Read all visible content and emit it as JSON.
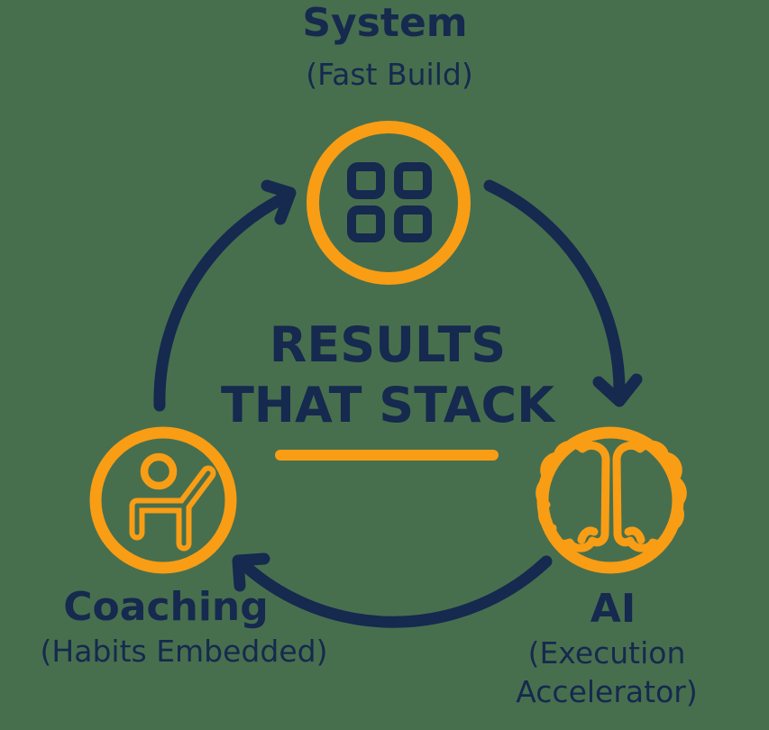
{
  "colors": {
    "navy": "#16294E",
    "orange": "#F99D15",
    "background": "#476F4E"
  },
  "center_title": {
    "line1": "RESULTS",
    "line2": "THAT STACK"
  },
  "nodes": {
    "system": {
      "title": "System",
      "subtitle": "(Fast Build)",
      "icon": "grid-icon"
    },
    "ai": {
      "title": "AI",
      "subtitle_line1": "(Execution",
      "subtitle_line2": "Accelerator)",
      "icon": "brain-icon"
    },
    "coaching": {
      "title": "Coaching",
      "subtitle": "(Habits Embedded)",
      "icon": "person-icon"
    }
  },
  "arrows": [
    {
      "name": "system-to-ai",
      "from": "System",
      "to": "AI"
    },
    {
      "name": "ai-to-coaching",
      "from": "AI",
      "to": "Coaching"
    },
    {
      "name": "coaching-to-system",
      "from": "Coaching",
      "to": "System"
    }
  ]
}
